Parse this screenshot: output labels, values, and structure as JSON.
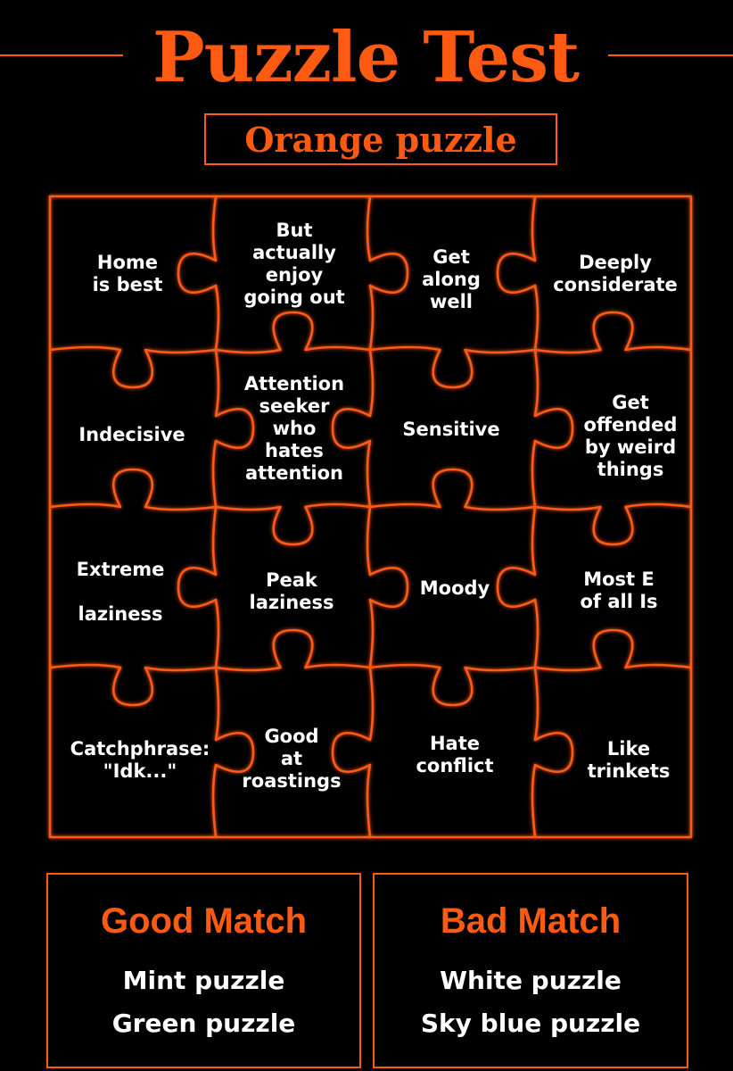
{
  "title": "Puzzle Test",
  "subtitle": "Orange puzzle",
  "colors": {
    "accent": "#ff5a12",
    "background": "#000000",
    "text": "#ffffff"
  },
  "pieces": [
    "Home\nis best",
    "But\nactually\nenjoy\ngoing out",
    "Get\nalong\nwell",
    "Deeply\nconsiderate",
    "Indecisive",
    "Attention\nseeker\nwho\nhates\nattention",
    "Sensitive",
    "Get\noffended\nby weird\nthings",
    "Extreme\n\nlaziness",
    "Peak\nlaziness",
    "Moody",
    "Most E\nof all Is",
    "Catchphrase:\n\"Idk...\"",
    "Good\nat\nroastings",
    "Hate\nconflict",
    "Like\ntrinkets"
  ],
  "good_match": {
    "heading": "Good Match",
    "items": [
      "Mint puzzle",
      "Green puzzle"
    ]
  },
  "bad_match": {
    "heading": "Bad Match",
    "items": [
      "White puzzle",
      "Sky blue puzzle"
    ]
  }
}
